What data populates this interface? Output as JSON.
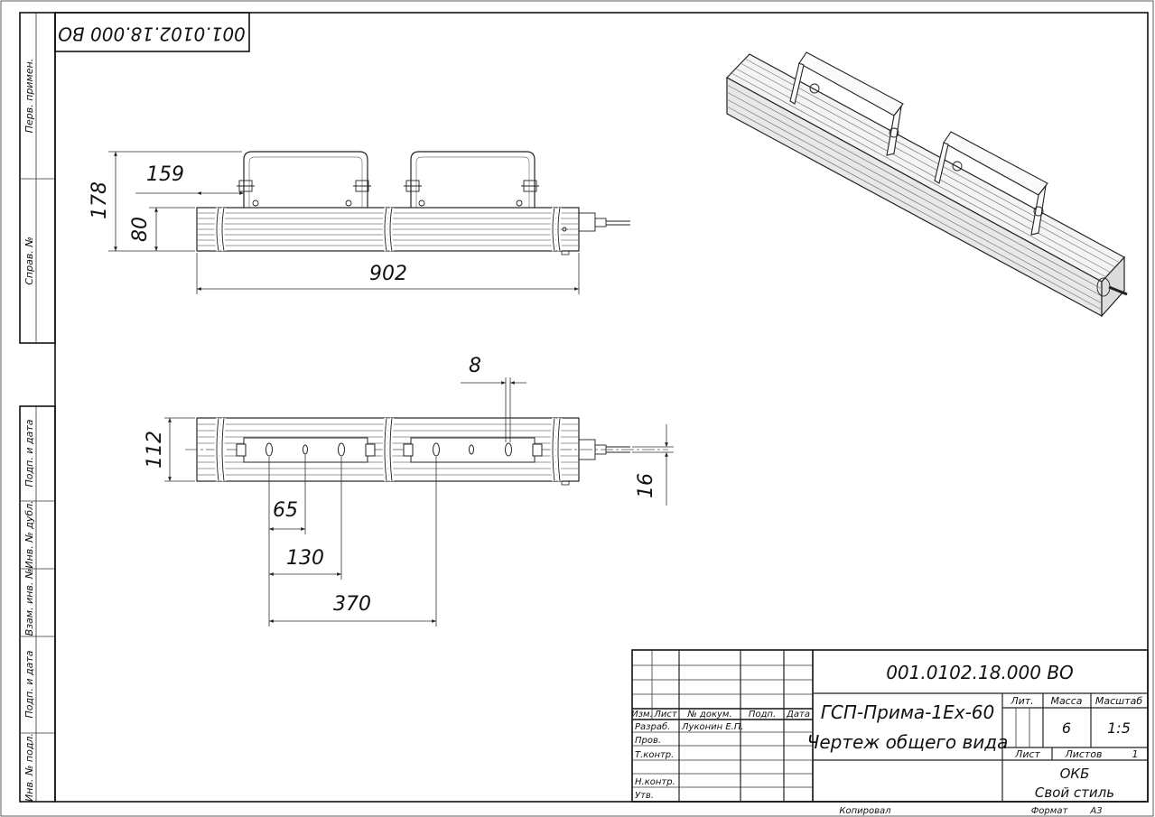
{
  "drawing": {
    "designation": "001.0102.18.000 ВО",
    "designation_mirrored": "001.0102.18.000 ВО",
    "product_name": "ГСП-Прима-1Ех-60",
    "doc_title": "Чертеж общего вида"
  },
  "side_strip": {
    "perv_primen": "Перв. примен.",
    "sprav_no": "Справ. №",
    "podp_i_data_1": "Подп. и дата",
    "inv_no_dubl": "Инв. № дубл.",
    "vzam_inv_no": "Взам. инв. №",
    "podp_i_data_2": "Подп. и дата",
    "inv_no_podl": "Инв. № подл."
  },
  "dimensions": {
    "height_total": "178",
    "body_height": "80",
    "bracket_offset": "159",
    "length": "902",
    "width": "112",
    "slot": "8",
    "cable": "16",
    "hole_65": "65",
    "hole_130": "130",
    "hole_370": "370"
  },
  "title_block": {
    "col_izm": "Изм.",
    "col_list": "Лист",
    "col_doc": "№ докум.",
    "col_sign": "Подп.",
    "col_date": "Дата",
    "row_razrab": "Разраб.",
    "razrab_name": "Луконин Е.П.",
    "row_prov": "Пров.",
    "row_tkontr": "Т.контр.",
    "row_nkontr": "Н.контр.",
    "row_utv": "Утв.",
    "lit_label": "Лит.",
    "mass_label": "Масса",
    "scale_label": "Масштаб",
    "mass_value": "6",
    "scale_value": "1:5",
    "sheet_label": "Лист",
    "sheets_label": "Листов",
    "sheets_value": "1",
    "org_line1": "ОКБ",
    "org_line2": "Свой стиль",
    "copied": "Копировал",
    "format_label": "Формат",
    "format_value": "А3"
  }
}
